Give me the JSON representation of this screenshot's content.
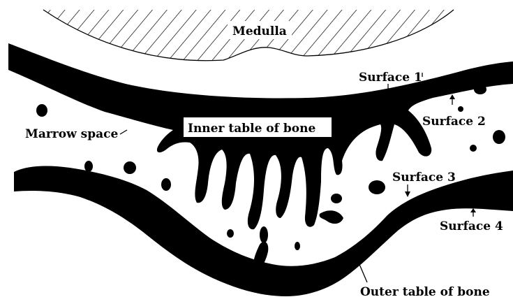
{
  "diagram": {
    "labels": {
      "medulla": "Medulla",
      "surface_1": "Surface 1",
      "surface_2": "Surface 2",
      "surface_3": "Surface 3",
      "surface_4": "Surface 4",
      "marrow_space": "Marrow space",
      "inner_table": "Inner table of bone",
      "outer_table": "Outer table of bone"
    },
    "colors": {
      "ink": "#000000",
      "paper": "#ffffff"
    }
  }
}
